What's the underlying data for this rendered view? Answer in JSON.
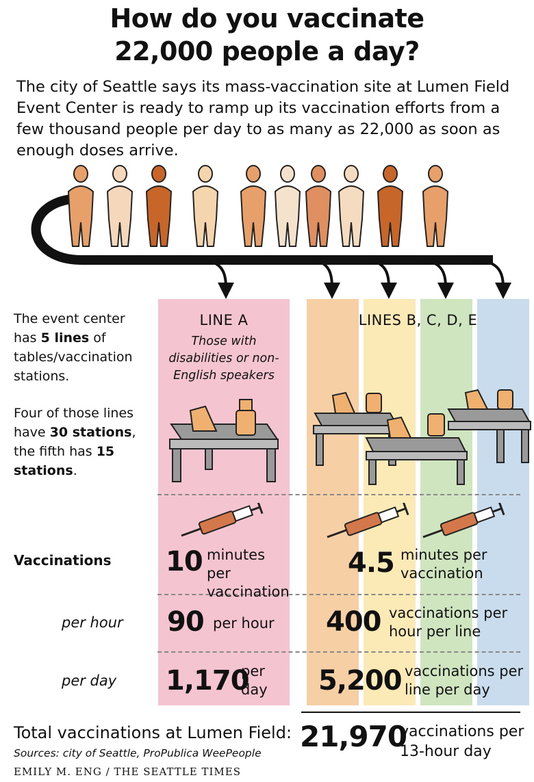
{
  "title_line1": "How do you vaccinate",
  "title_line2": "22,000 people a day?",
  "intro": "The city of Seattle says its mass-vaccination site at Lumen Field Event Center is ready to ramp up its vaccination efforts from a few thousand people per day to as many as 22,000 as soon as enough doses arrive.",
  "colors": {
    "line_a": "#f4c5d0",
    "line_b": "#f6cfa5",
    "line_c": "#fbeab5",
    "line_d": "#cfe5c0",
    "line_e": "#c9dcee",
    "people": [
      "#e8a06a",
      "#f5d8bc",
      "#c8662a",
      "#f5d5ad",
      "#e8a06a",
      "#f5e2cc",
      "#e09060",
      "#f5dcc0",
      "#c8662a",
      "#e8a06a"
    ]
  },
  "side": {
    "p1_a": "The event center has ",
    "p1_bold": "5 lines",
    "p1_b": " of tables/vaccination stations.",
    "p2_a": "Four of those lines have ",
    "p2_bold1": "30 stations",
    "p2_b": ", the fifth has ",
    "p2_bold2": "15 stations",
    "p2_c": "."
  },
  "line_a": {
    "header": "LINE A",
    "subtitle": "Those with disabilities or non-English speakers",
    "minutes": "10",
    "minutes_unit": "minutes per vaccination",
    "per_hour": "90",
    "per_hour_unit": "per hour",
    "per_day": "1,170",
    "per_day_unit": "per day"
  },
  "lines_bcde": {
    "header": "LINES B, C, D, E",
    "minutes": "4.5",
    "minutes_unit": "minutes per vaccination",
    "per_hour": "400",
    "per_hour_unit": "vaccinations per hour per line",
    "per_day": "5,200",
    "per_day_unit": "vaccinations per line per day"
  },
  "rows": {
    "vaccinations": "Vaccinations",
    "per_hour": "per hour",
    "per_day": "per day"
  },
  "total": {
    "label": "Total vaccinations at Lumen Field:",
    "value": "21,970",
    "unit": "vaccinations per 13-hour day"
  },
  "sources": "Sources: city of Seattle, ProPublica WeePeople",
  "credit": "EMILY M. ENG / THE SEATTLE TIMES"
}
